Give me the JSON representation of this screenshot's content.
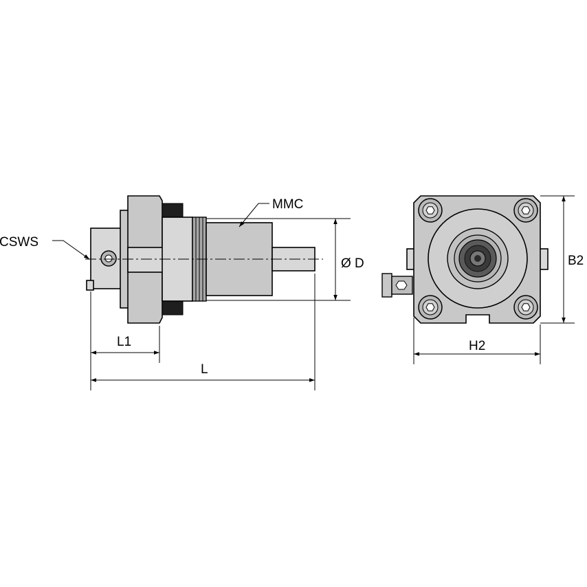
{
  "labels": {
    "csws": "CSWS",
    "mmc": "MMC",
    "diameter": "Ø D",
    "b2": "B2",
    "l1": "L1",
    "l": "L",
    "h2": "H2"
  }
}
